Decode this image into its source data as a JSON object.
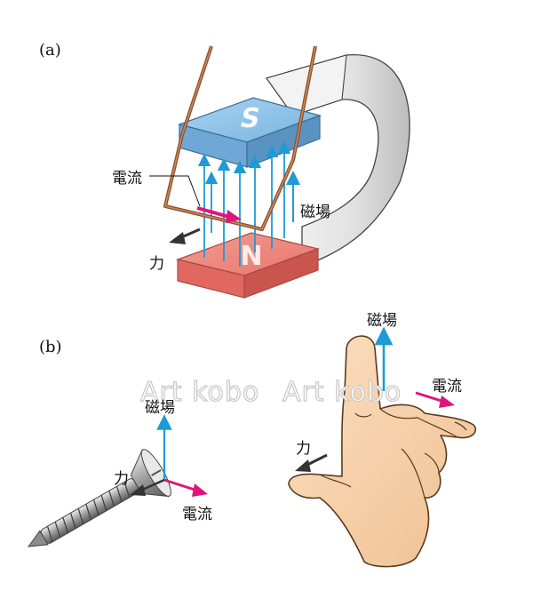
{
  "panels": {
    "a": "(a)",
    "b": "(b)"
  },
  "magnet": {
    "pole_top": "S",
    "pole_bottom": "N"
  },
  "labels": {
    "current": "電流",
    "magnetic_field": "磁場",
    "force": "力"
  },
  "watermark": "Art kobo",
  "colors": {
    "magnet_s": "#8fc3e9",
    "magnet_n": "#e8776f",
    "yoke": "#e6e6e6",
    "wire": "#a0623a",
    "field_arrow": "#1e9ad6",
    "current_arrow": "#e0157a",
    "force_arrow": "#333333",
    "skin": "#f6d2a9"
  }
}
